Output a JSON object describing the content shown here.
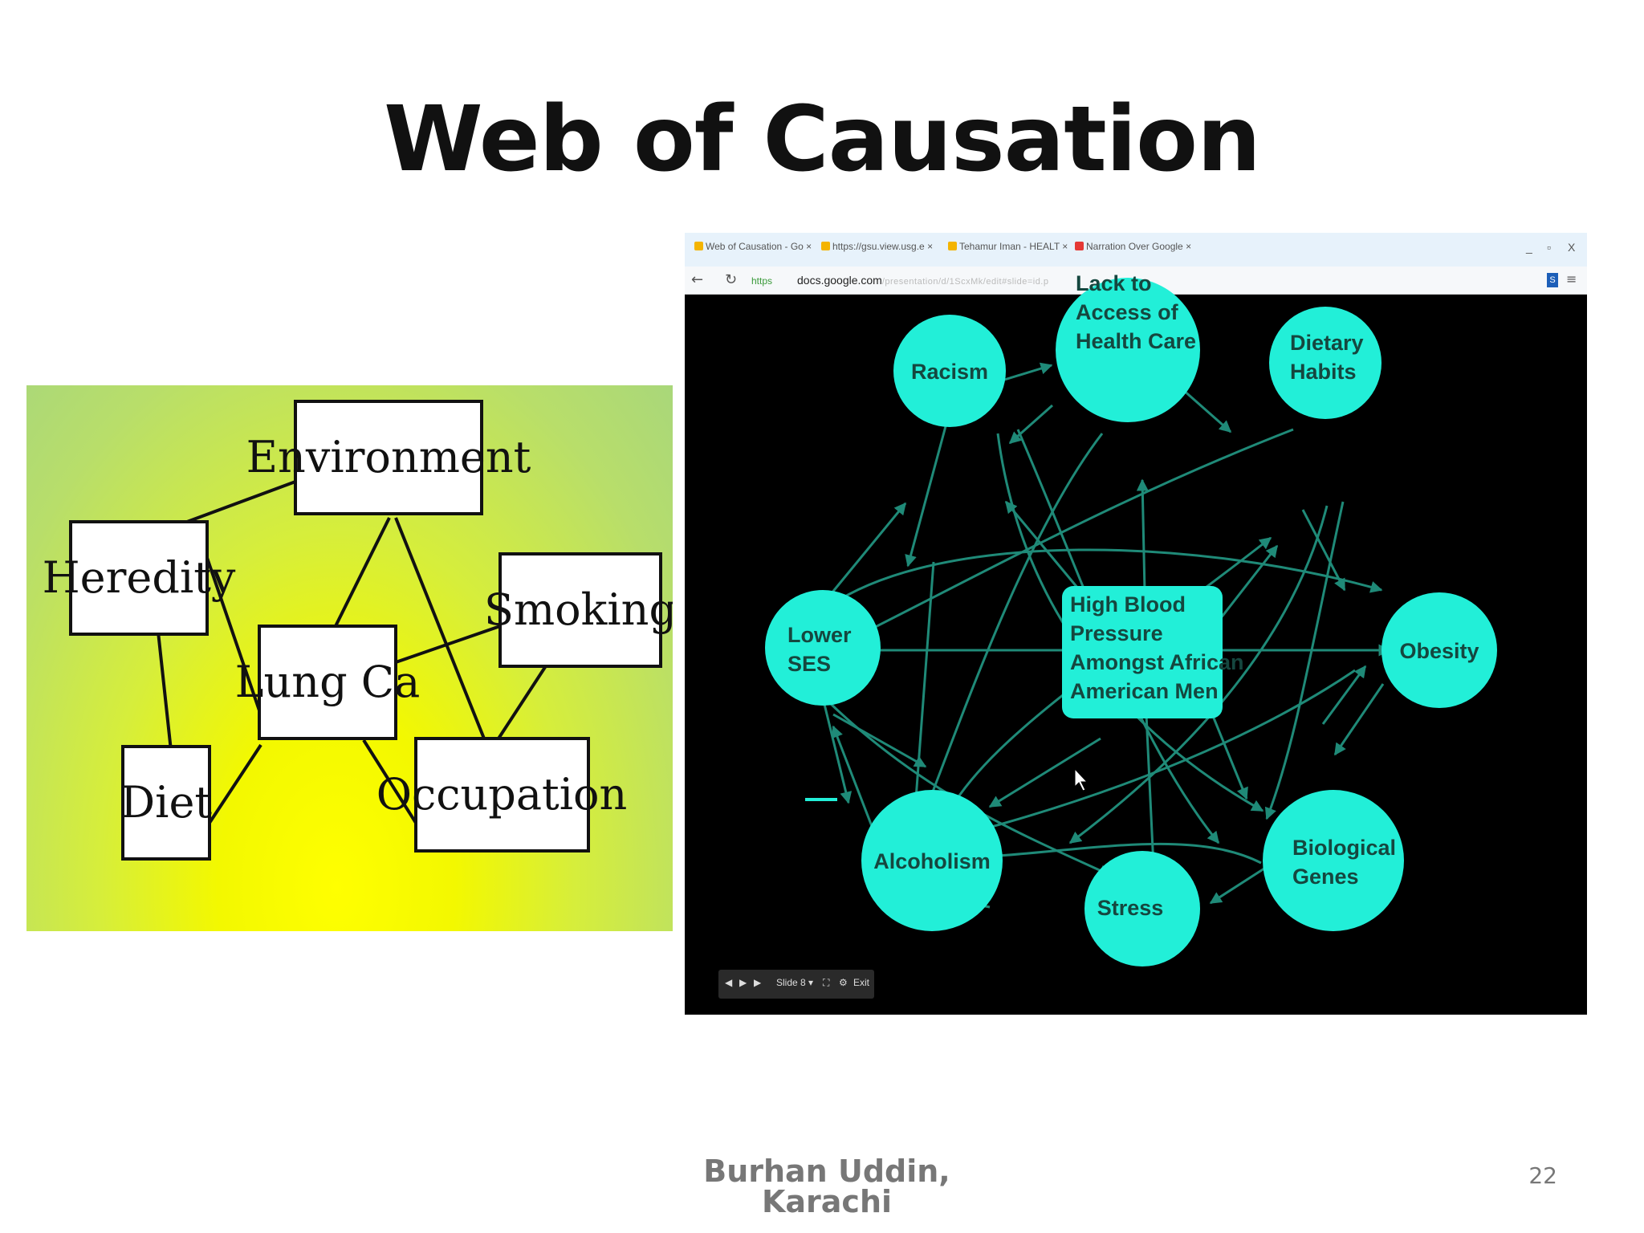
{
  "slide": {
    "title": "Web of Causation",
    "author": "Burhan Uddin,\nKarachi",
    "author_line1": "Burhan Uddin,",
    "author_line2": "Karachi",
    "page_number": "22"
  },
  "left_diagram": {
    "nodes": {
      "environment": "Environment",
      "heredity": "Heredity",
      "smoking": "Smoking",
      "lung_ca": "Lung Ca",
      "diet": "Diet",
      "occupation": "Occupation"
    }
  },
  "browser": {
    "tabs": [
      {
        "label": "Web of Causation - Go",
        "color": "#f4b400"
      },
      {
        "label": "https://gsu.view.usg.e",
        "color": "#f4b400"
      },
      {
        "label": "Tehamur Iman - HEALT",
        "color": "#f4b400"
      },
      {
        "label": "Narration Over Google",
        "color": "#e53935"
      }
    ],
    "https_label": "https",
    "url_domain": "docs.google.com",
    "url_rest": "/presentation/d/1ScxMk/edit#slide=id.p",
    "window_controls": [
      "_",
      "▫",
      "X"
    ],
    "extension_label": "S"
  },
  "right_diagram": {
    "nodes": {
      "racism": "Racism",
      "lack_access_1": "Lack to",
      "lack_access_2": "Access of",
      "lack_access_3": "Health Care",
      "dietary_1": "Dietary",
      "dietary_2": "Habits",
      "lower_ses_1": "Lower",
      "lower_ses_2": "SES",
      "hbp_1": "High Blood",
      "hbp_2": "Pressure",
      "hbp_3": "Amongst African",
      "hbp_4": "American Men",
      "obesity": "Obesity",
      "alcoholism": "Alcoholism",
      "stress": "Stress",
      "bio_1": "Biological",
      "bio_2": "Genes"
    },
    "node_color": "#22efd8",
    "arrow_color": "#1f8a78"
  },
  "slide_controls": {
    "slide_label": "Slide 8 ▾",
    "exit_label": "Exit"
  }
}
